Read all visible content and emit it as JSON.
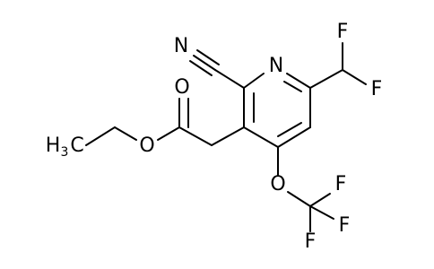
{
  "molecule": {
    "atoms": {
      "n_ring": "N",
      "n_nitrile": "N",
      "o_carbonyl": "O",
      "o_ester": "O",
      "o_ether": "O",
      "f_chf2_top": "F",
      "f_chf2_right": "F",
      "f_cf3_top": "F",
      "f_cf3_right": "F",
      "f_cf3_bottom": "F",
      "methyl_h": "H",
      "methyl_sub": "3",
      "methyl_c": "C"
    }
  },
  "colors": {
    "bond": "#000000",
    "text": "#000000",
    "background": "#ffffff"
  }
}
